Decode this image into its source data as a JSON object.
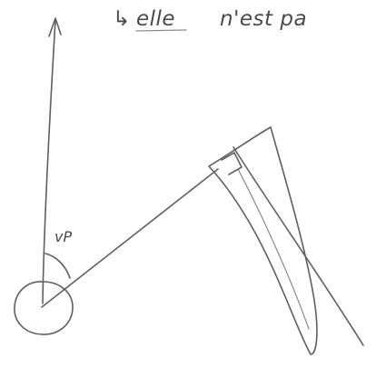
{
  "caption": {
    "arrow": "↳",
    "underlined_word": "elle",
    "rest": "n'est pa"
  },
  "angle_label": "vP"
}
